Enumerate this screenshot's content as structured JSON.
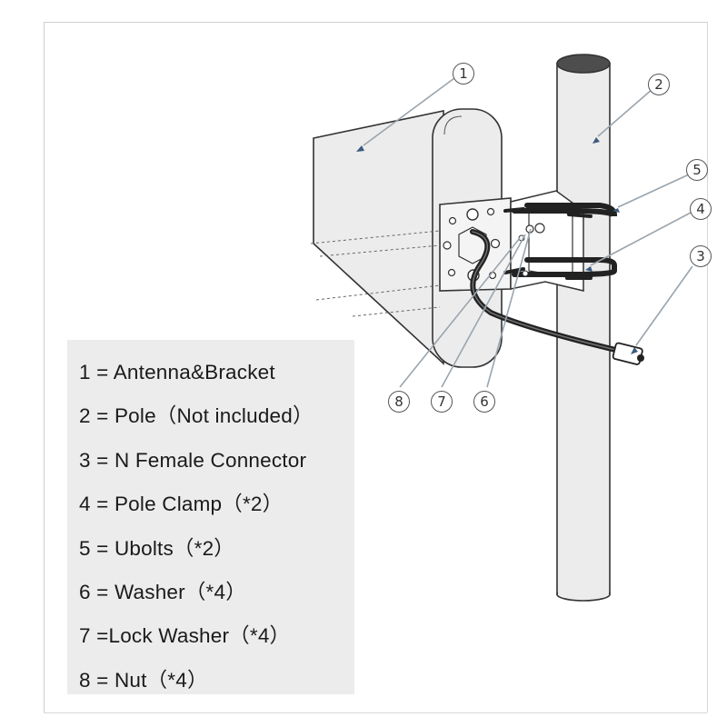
{
  "callouts": [
    "1",
    "2",
    "3",
    "4",
    "5",
    "6",
    "7",
    "8"
  ],
  "legend": [
    "1 = Antenna&Bracket",
    "2 = Pole（Not included）",
    "3 = N Female Connector",
    "4 = Pole Clamp（*2）",
    "5 = Ubolts（*2）",
    "6 = Washer（*4）",
    "7 =Lock Washer（*4）",
    "8 = Nut（*4）"
  ],
  "colors": {
    "line": "#333333",
    "pole_fill": "#ececec",
    "pole_top": "#4d4d4d",
    "legend_bg": "#ececec",
    "leader": "#9aa4ad",
    "arrow": "#3a5a80"
  }
}
